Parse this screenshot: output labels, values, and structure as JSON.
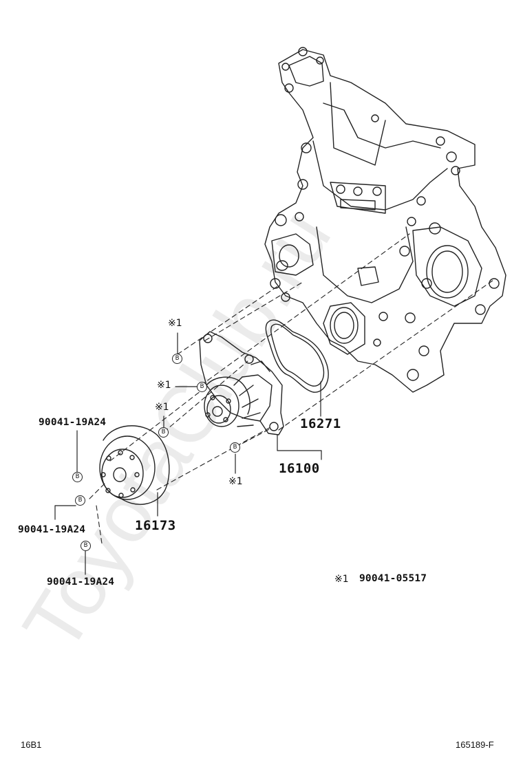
{
  "watermark": "ToyotaClub.ru",
  "labels": {
    "pn_16271": "16271",
    "pn_16100": "16100",
    "pn_16173": "16173",
    "bolt_a": "90041-19A24",
    "bolt_b": "90041-19A24",
    "bolt_c": "90041-19A24",
    "note_mark": "※1",
    "note_part": "90041-05517",
    "ref1": "※1",
    "ref2": "※1",
    "ref3": "※1",
    "ref4": "※1",
    "bolt_letter": "B"
  },
  "footer": {
    "left_code": "16B1",
    "right_code": "165189-F"
  }
}
